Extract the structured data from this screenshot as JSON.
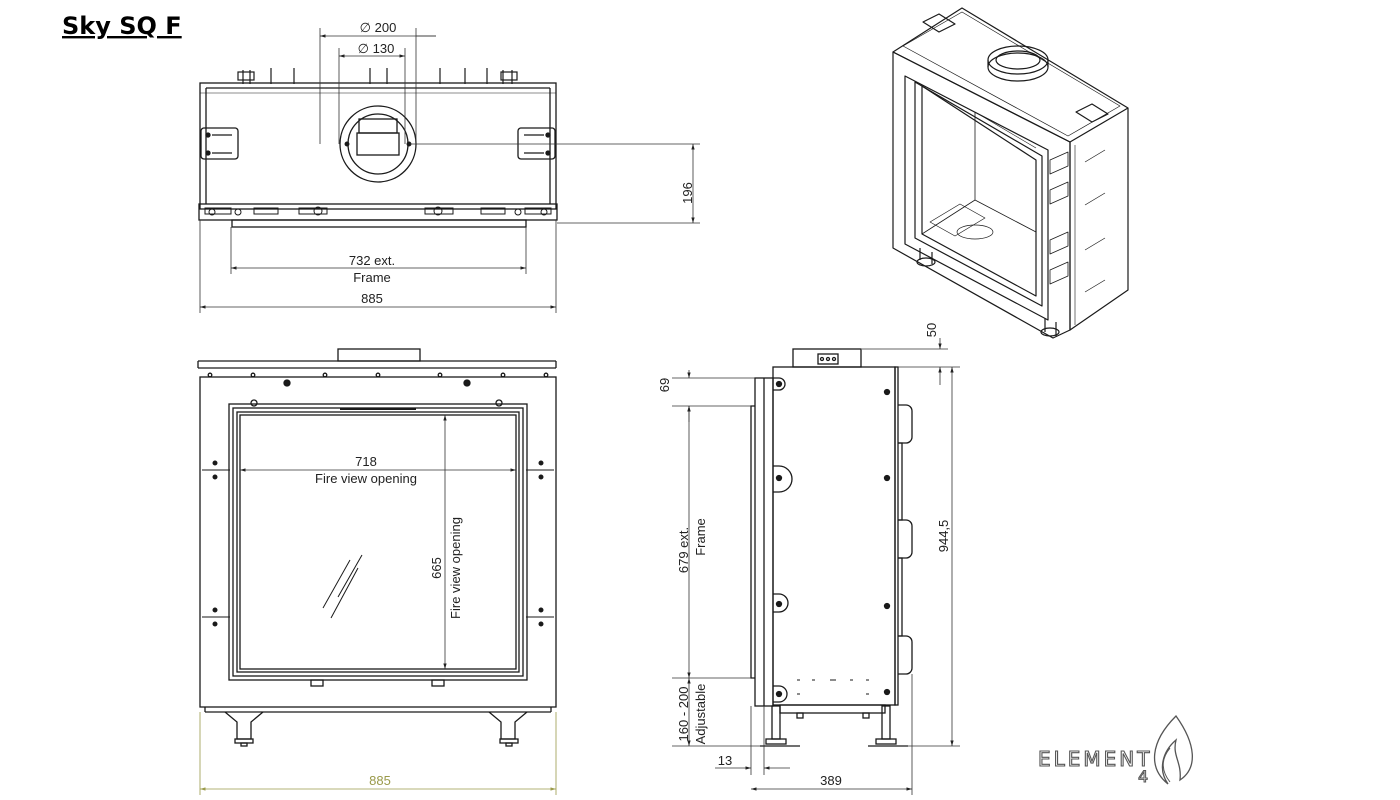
{
  "title": "Sky SQ F",
  "colors": {
    "line": "#1a1a1a",
    "dim": "#333333",
    "highlight_dim": "#9a9a4a"
  },
  "top_view": {
    "flue_outer": "∅ 200",
    "flue_inner": "∅ 130",
    "height": "196",
    "frame_width_value": "732 ext.",
    "frame_width_label": "Frame",
    "overall_width": "885"
  },
  "front_view": {
    "opening_width_value": "718",
    "opening_width_label": "Fire view opening",
    "opening_height_value": "665",
    "opening_height_label": "Fire view opening",
    "overall_width": "885"
  },
  "side_view": {
    "top_offset": "50",
    "frame_top": "69",
    "frame_height_value": "679 ext.",
    "frame_height_label": "Frame",
    "overall_height": "944,5",
    "legs_value": "160 - 200",
    "legs_label": "Adjustable",
    "frame_depth": "13",
    "depth": "389"
  },
  "logo": {
    "brand": "ELEMENT",
    "number": "4"
  }
}
